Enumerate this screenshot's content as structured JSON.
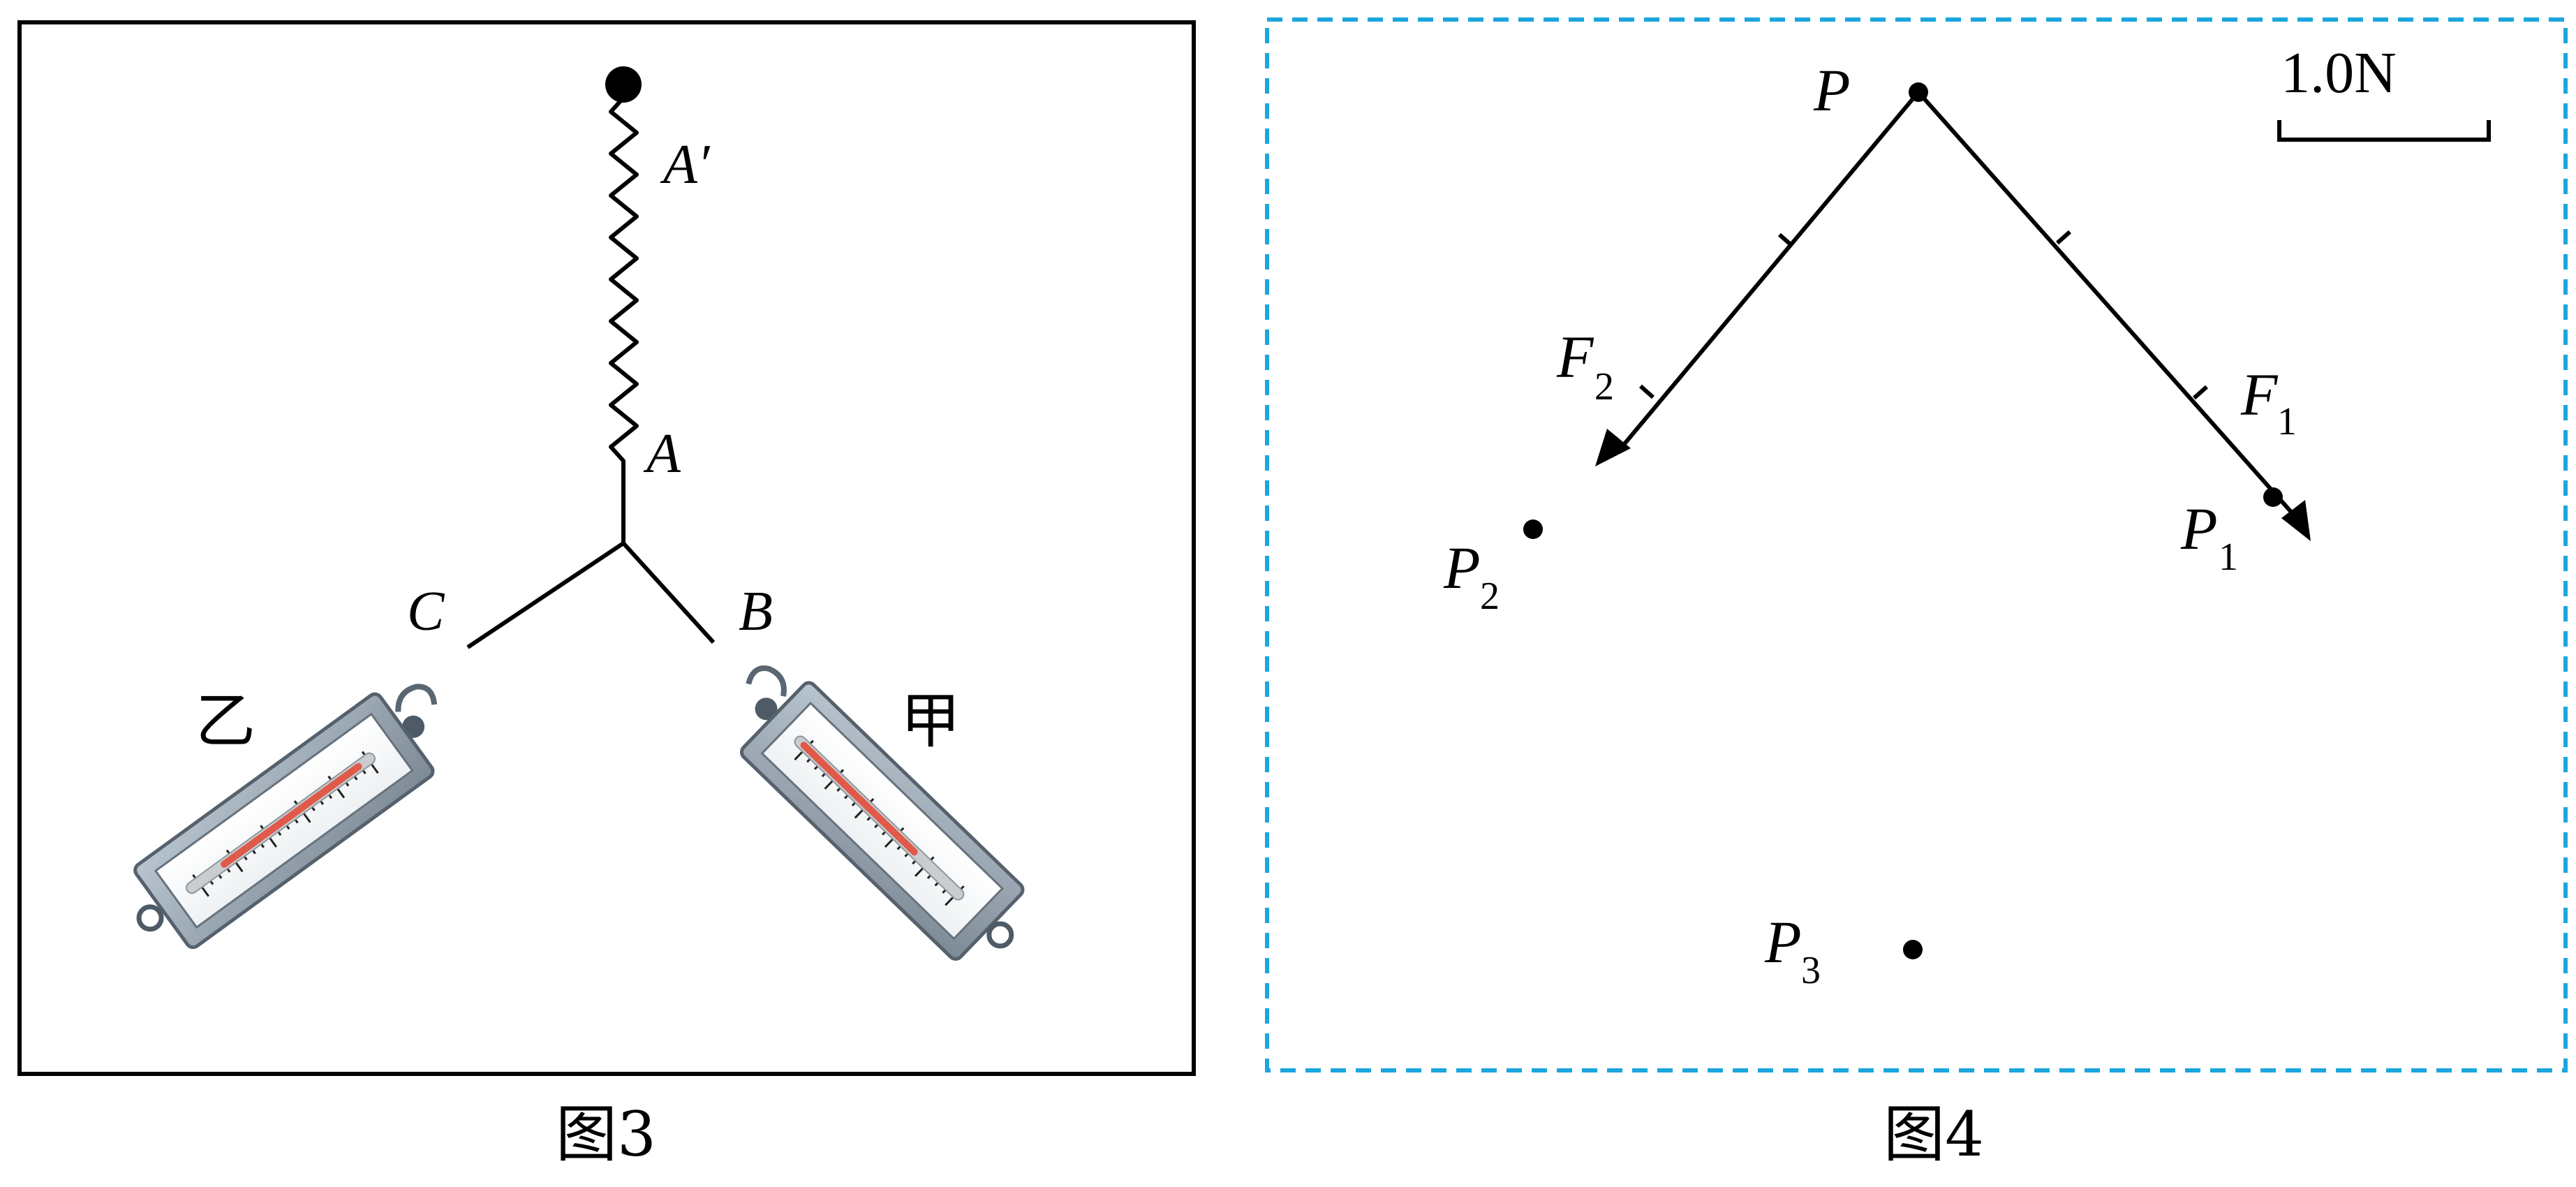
{
  "figure3": {
    "caption": "图3",
    "labels": {
      "A_prime": "A′",
      "A": "A",
      "B": "B",
      "C": "C"
    },
    "meters": {
      "left": "乙",
      "right": "甲"
    }
  },
  "figure4": {
    "caption": "图4",
    "scale_label": "1.0N",
    "points": {
      "P": "P",
      "P1": "P",
      "P1_sub": "1",
      "P2": "P",
      "P2_sub": "2",
      "P3": "P",
      "P3_sub": "3"
    },
    "forces": {
      "F1": "F",
      "F1_sub": "1",
      "F2": "F",
      "F2_sub": "2"
    }
  },
  "colors": {
    "dashed_border": "#1ba6de",
    "meter_body": "#8d9aa6",
    "meter_indicator": "#e05a4a"
  }
}
